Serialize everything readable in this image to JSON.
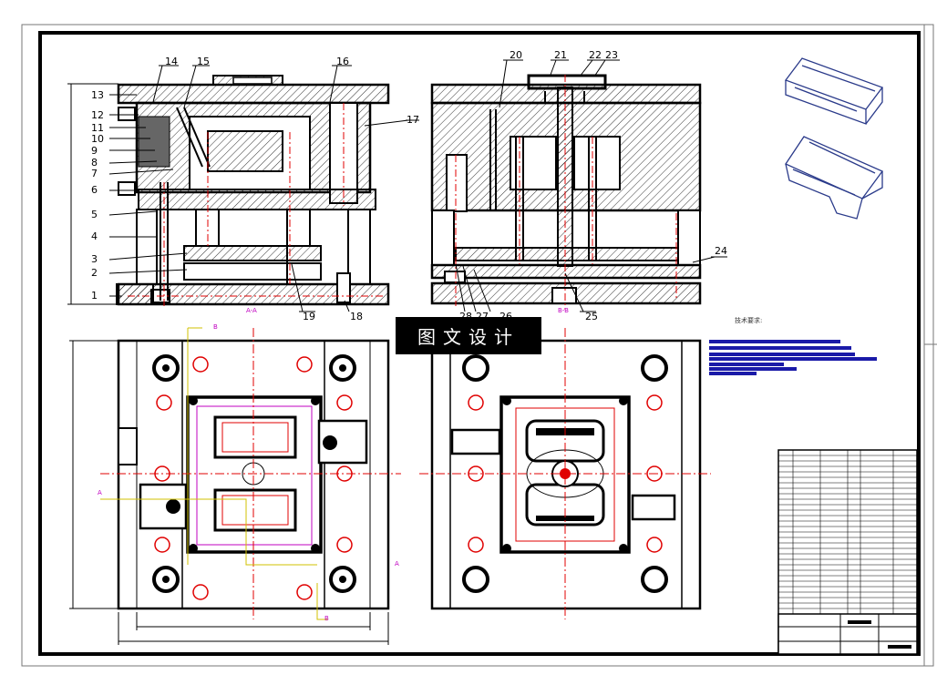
{
  "watermark": "图文设计",
  "tech_requirements_title": "技术要求:",
  "callouts_left": [
    "13",
    "12",
    "11",
    "10",
    "9",
    "8",
    "7",
    "6",
    "5",
    "4",
    "3",
    "2",
    "1"
  ],
  "callouts_top_left": [
    "14",
    "15",
    "16",
    "17"
  ],
  "callouts_top_right": [
    "20",
    "21",
    "22",
    "23"
  ],
  "callouts_bottom": [
    "19",
    "18",
    "28",
    "27",
    "26",
    "25",
    "24"
  ],
  "section_labels": {
    "aa": "A-A",
    "bb": "B-B",
    "a": "A",
    "b": "B"
  },
  "colors": {
    "line": "#000000",
    "center": "#e00000",
    "hatch": "#000000",
    "text_blue": "#1a1aa8",
    "magenta": "#c000c0",
    "yellow": "#d0c000"
  }
}
